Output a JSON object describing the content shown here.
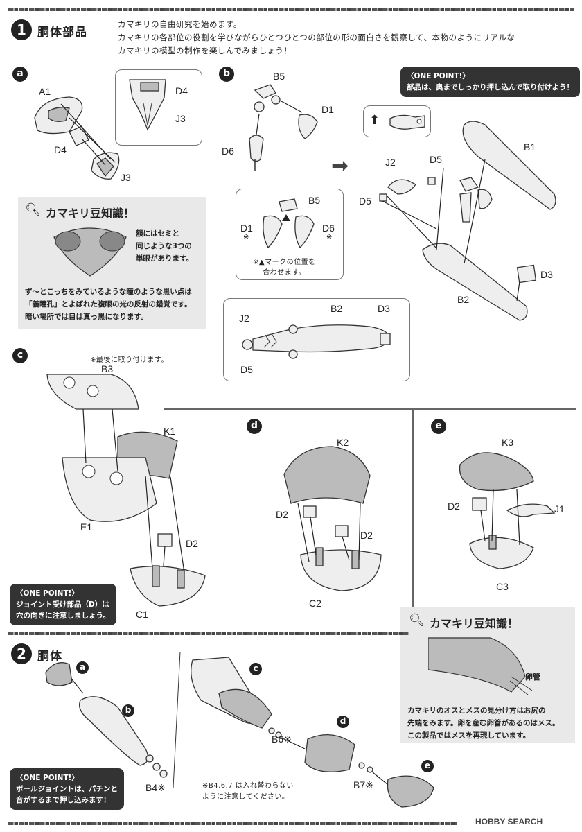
{
  "section1": {
    "number": "1",
    "title": "胴体部品",
    "intro": [
      "カマキリの自由研究を始めます。",
      "カマキリの各部位の役割を学びながらひとつひとつの部位の形の面白さを観察して、本物のようにリアルな",
      "カマキリの模型の制作を楽しんでみましょう！"
    ]
  },
  "sub_a": {
    "letter": "a",
    "labels": {
      "a1": "A1",
      "d4": "D4",
      "j3": "J3"
    },
    "callout_labels": {
      "d4": "D4",
      "j3": "J3"
    }
  },
  "trivia1": {
    "title": "カマキリ豆知識！",
    "side_text": [
      "額にはセミと",
      "同じような3つの",
      "単眼があります。"
    ],
    "body": [
      "ず～とこっちをみているような瞳のような黒い点は",
      "「義瞳孔」とよばれた複眼の光の反射の錯覚です。",
      "暗い場所では目は真っ黒になります。"
    ]
  },
  "sub_b": {
    "letter": "b",
    "labels": {
      "b5": "B5",
      "d1": "D1",
      "d6": "D6",
      "j2": "J2",
      "d5a": "D5",
      "d5b": "D5",
      "b1": "B1",
      "b2": "B2",
      "d3": "D3"
    },
    "callout_labels": {
      "b5": "B5",
      "d1": "D1",
      "d6": "D6",
      "mark1": "※",
      "mark2": "※"
    },
    "callout_note": [
      "※▲マークの位置を",
      "合わせます。"
    ],
    "bottom_callout_labels": {
      "j2": "J2",
      "b2": "B2",
      "d3": "D3",
      "d5": "D5"
    }
  },
  "onepoint1": {
    "head": "〈ONE POINT!〉",
    "text": "部品は、奥までしっかり押し込んで取り付けよう！"
  },
  "sub_c": {
    "letter": "c",
    "note": "※最後に取り付けます。",
    "labels": {
      "b3": "B3",
      "k1": "K1",
      "e1": "E1",
      "d2": "D2",
      "c1": "C1"
    }
  },
  "sub_d": {
    "letter": "d",
    "labels": {
      "k2": "K2",
      "d2a": "D2",
      "d2b": "D2",
      "c2": "C2"
    }
  },
  "sub_e": {
    "letter": "e",
    "labels": {
      "k3": "K3",
      "d2": "D2",
      "j1": "J1",
      "c3": "C3"
    }
  },
  "onepoint2": {
    "head": "〈ONE POINT!〉",
    "lines": [
      "ジョイント受け部品（D）は",
      "穴の向きに注意しましょう。"
    ]
  },
  "trivia2": {
    "title": "カマキリ豆知識！",
    "label": "卵管",
    "body": [
      "カマキリのオスとメスの見分け方はお尻の",
      "先端をみます。卵を産む卵管があるのはメス。",
      "この製品ではメスを再現しています。"
    ]
  },
  "section2": {
    "number": "2",
    "title": "胴体",
    "subs": {
      "a": "a",
      "b": "b",
      "c": "c",
      "d": "d",
      "e": "e"
    },
    "labels": {
      "b4": "B4※",
      "b6": "B6※",
      "b7": "B7※"
    },
    "note": [
      "※B4,6,7 は入れ替わらない",
      "ように注意してください。"
    ]
  },
  "onepoint3": {
    "head": "〈ONE POINT!〉",
    "lines": [
      "ボールジョイントは、パチンと",
      "音がするまで押し込みます！"
    ]
  },
  "watermark": "HOBBY SEARCH"
}
